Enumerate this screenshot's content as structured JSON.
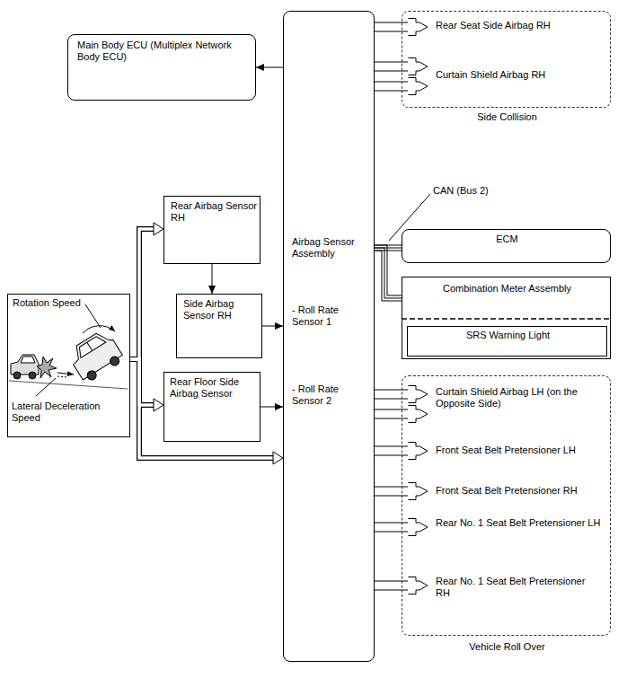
{
  "diagram": {
    "nodes": [
      {
        "text": [
          "Main Body ECU (Multiplex Network Body ECU)"
        ]
      },
      {
        "text": [
          "Airbag Sensor Assembly",
          "- Roll Rate Sensor 1",
          "- Roll Rate Sensor 2"
        ]
      },
      {
        "text": [
          "Side Collision"
        ]
      },
      {
        "text": [
          "Rear Seat Side Airbag RH"
        ],
        "in": 2
      },
      {
        "text": [
          "Curtain Shield Airbag RH"
        ],
        "in": 2
      },
      {
        "text": [
          "Rear Airbag Sensor RH"
        ]
      },
      {
        "text": [
          "Side Airbag Sensor RH"
        ]
      },
      {
        "text": [
          "Rear Floor Side Airbag Sensor"
        ]
      },
      {
        "text": [
          "Rotation Speed",
          "Lateral Deceleration Speed"
        ]
      },
      {
        "text": [
          "ECM"
        ]
      },
      {
        "text": [
          "Combination Meter Assembly"
        ]
      },
      {
        "text": [
          "SRS Warning Light"
        ],
        "in": 10
      },
      {
        "text": [
          "Vehicle Roll Over"
        ]
      },
      {
        "text": [
          "Curtain Shield Airbag LH (on the Opposite Side)"
        ],
        "in": 12
      },
      {
        "text": [
          "Front Seat Belt Pretensioner LH"
        ],
        "in": 12
      },
      {
        "text": [
          "Front Seat Belt Pretensioner RH"
        ],
        "in": 12
      },
      {
        "text": [
          "Rear No. 1 Seat Belt Pretensioner LH"
        ],
        "in": 12
      },
      {
        "text": [
          "Rear No. 1 Seat Belt Pretensioner RH"
        ],
        "in": 12
      }
    ],
    "edges": [
      {
        "from": 1,
        "to": 0,
        "arrow": "to"
      },
      {
        "from": 8,
        "to": 5,
        "arrow": "to"
      },
      {
        "from": 8,
        "to": 7,
        "arrow": "to"
      },
      {
        "from": 8,
        "to": 1,
        "arrow": "to"
      },
      {
        "from": 5,
        "to": 6,
        "arrow": "to"
      },
      {
        "from": 6,
        "to": 1,
        "arrow": "to"
      },
      {
        "from": 7,
        "to": 1,
        "arrow": "to"
      },
      {
        "from": 1,
        "to": 9,
        "arrow": "none"
      },
      {
        "from": 1,
        "to": 10,
        "arrow": "none"
      },
      {
        "from": 1,
        "to": 3,
        "arrow": "none"
      },
      {
        "from": 1,
        "to": 4,
        "arrow": "none"
      },
      {
        "from": 1,
        "to": 13,
        "arrow": "none"
      },
      {
        "from": 1,
        "to": 14,
        "arrow": "none"
      },
      {
        "from": 1,
        "to": 15,
        "arrow": "none"
      },
      {
        "from": 1,
        "to": 16,
        "arrow": "none"
      },
      {
        "from": 1,
        "to": 17,
        "arrow": "none"
      }
    ],
    "labels": [
      "CAN (Bus 2)"
    ]
  }
}
